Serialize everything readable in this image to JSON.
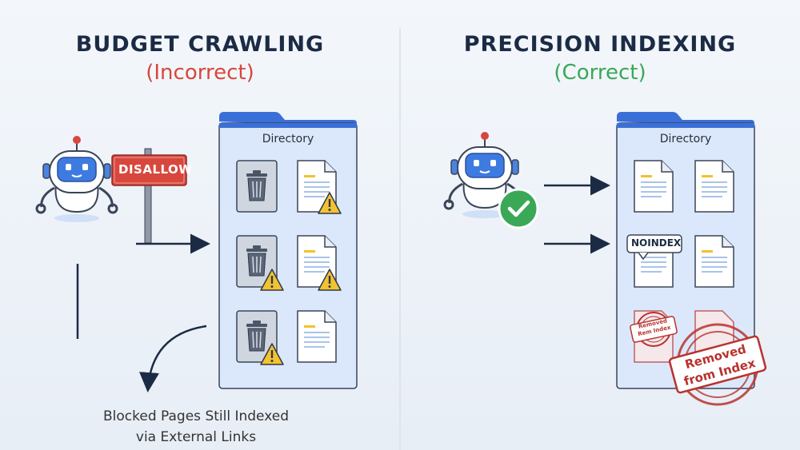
{
  "left": {
    "title": "BUDGET CRAWLING",
    "subtitle": "(Incorrect)",
    "sign_label": "DISALLOW",
    "folder_label": "Directory",
    "caption_line1": "Blocked Pages Still Indexed",
    "caption_line2": "via External Links"
  },
  "right": {
    "title": "PRECISION INDEXING",
    "subtitle": "(Correct)",
    "folder_label": "Directory",
    "noindex_label": "NOINDEX",
    "stamp_line1": "Removed",
    "stamp_line2": "from Index",
    "small_stamp_line1": "Removed",
    "small_stamp_line2": "Rem Index"
  },
  "colors": {
    "incorrect": "#d8473d",
    "correct": "#3aa857",
    "title": "#1c2b45",
    "folder_blue": "#3b6fd8",
    "warning": "#f2c230"
  },
  "icons": [
    "robot-icon",
    "trash-icon",
    "document-icon",
    "warning-icon",
    "check-icon",
    "stamp-icon"
  ]
}
